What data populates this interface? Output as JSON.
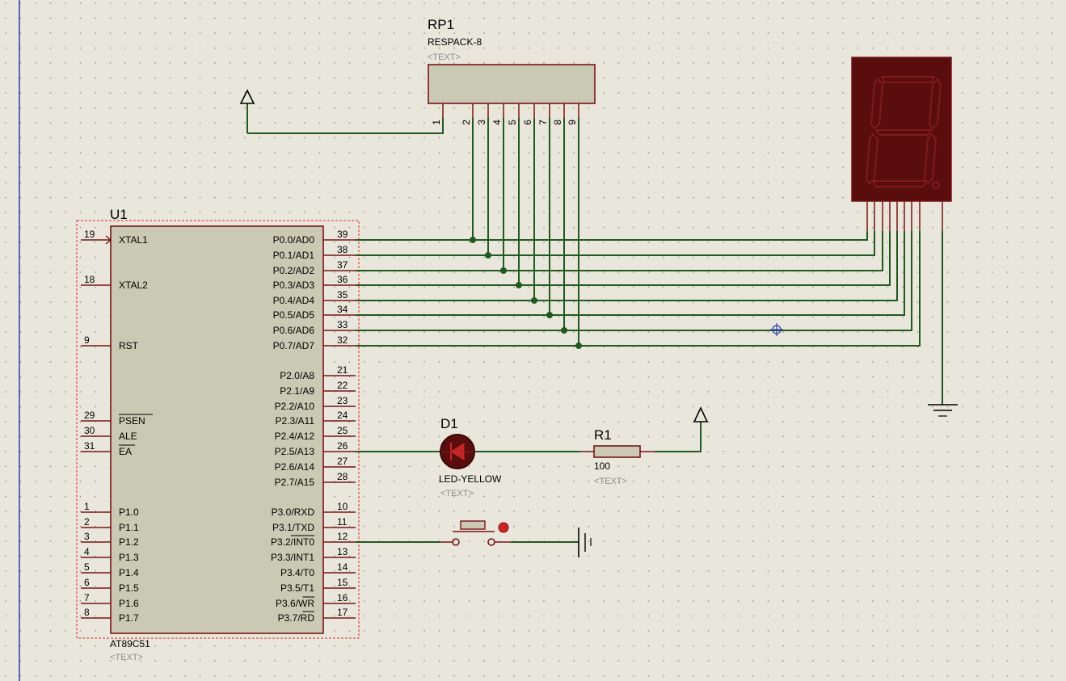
{
  "u1": {
    "ref": "U1",
    "part": "AT89C51",
    "text": "<TEXT>",
    "left_pins": [
      {
        "num": "19",
        "label": "XTAL1"
      },
      {
        "num": "18",
        "label": "XTAL2"
      },
      {
        "num": "9",
        "label": "RST"
      },
      {
        "num": "29",
        "label": "PSEN"
      },
      {
        "num": "30",
        "label": "ALE"
      },
      {
        "num": "31",
        "label": "EA"
      },
      {
        "num": "1",
        "label": "P1.0"
      },
      {
        "num": "2",
        "label": "P1.1"
      },
      {
        "num": "3",
        "label": "P1.2"
      },
      {
        "num": "4",
        "label": "P1.3"
      },
      {
        "num": "5",
        "label": "P1.4"
      },
      {
        "num": "6",
        "label": "P1.5"
      },
      {
        "num": "7",
        "label": "P1.6"
      },
      {
        "num": "8",
        "label": "P1.7"
      }
    ],
    "right_pins": [
      {
        "num": "39",
        "label": "P0.0/AD0"
      },
      {
        "num": "38",
        "label": "P0.1/AD1"
      },
      {
        "num": "37",
        "label": "P0.2/AD2"
      },
      {
        "num": "36",
        "label": "P0.3/AD3"
      },
      {
        "num": "35",
        "label": "P0.4/AD4"
      },
      {
        "num": "34",
        "label": "P0.5/AD5"
      },
      {
        "num": "33",
        "label": "P0.6/AD6"
      },
      {
        "num": "32",
        "label": "P0.7/AD7"
      },
      {
        "num": "21",
        "label": "P2.0/A8"
      },
      {
        "num": "22",
        "label": "P2.1/A9"
      },
      {
        "num": "23",
        "label": "P2.2/A10"
      },
      {
        "num": "24",
        "label": "P2.3/A11"
      },
      {
        "num": "25",
        "label": "P2.4/A12"
      },
      {
        "num": "26",
        "label": "P2.5/A13"
      },
      {
        "num": "27",
        "label": "P2.6/A14"
      },
      {
        "num": "28",
        "label": "P2.7/A15"
      },
      {
        "num": "10",
        "label": "P3.0/RXD"
      },
      {
        "num": "11",
        "label": "P3.1/TXD"
      },
      {
        "num": "12",
        "label": "P3.2/INT0"
      },
      {
        "num": "13",
        "label": "P3.3/INT1"
      },
      {
        "num": "14",
        "label": "P3.4/T0"
      },
      {
        "num": "15",
        "label": "P3.5/T1"
      },
      {
        "num": "16",
        "label": "P3.6/WR"
      },
      {
        "num": "17",
        "label": "P3.7/RD"
      }
    ]
  },
  "rp1": {
    "ref": "RP1",
    "part": "RESPACK-8",
    "text": "<TEXT>",
    "pins": [
      "1",
      "2",
      "3",
      "4",
      "5",
      "6",
      "7",
      "8",
      "9"
    ]
  },
  "d1": {
    "ref": "D1",
    "part": "LED-YELLOW",
    "text": "<TEXT>"
  },
  "r1": {
    "ref": "R1",
    "value": "100",
    "text": "<TEXT>"
  },
  "colors": {
    "canvas": "#e9e7dc",
    "wire": "#1f5a1f",
    "component_outline": "#7a1414",
    "component_fill": "#cac9b3",
    "display_fill": "#5a0d0d",
    "grid_dot": "#9a9a8a"
  }
}
